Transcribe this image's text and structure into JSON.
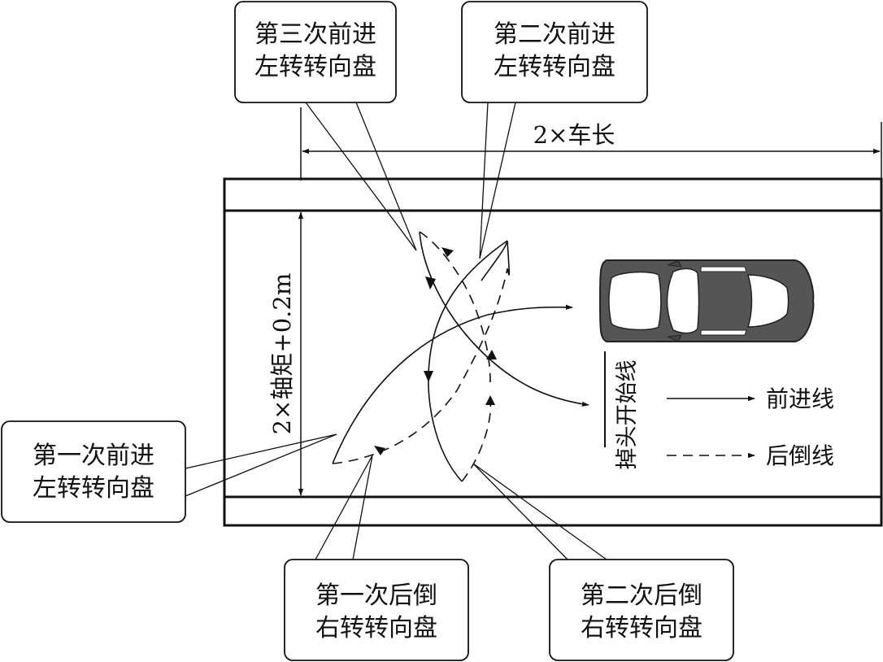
{
  "diagram": {
    "callouts": {
      "third_forward": [
        "第三次前进",
        "左转转向盘"
      ],
      "second_forward": [
        "第二次前进",
        "左转转向盘"
      ],
      "first_forward": [
        "第一次前进",
        "左转转向盘"
      ],
      "first_reverse": [
        "第一次后倒",
        "右转转向盘"
      ],
      "second_reverse": [
        "第二次后倒",
        "右转转向盘"
      ]
    },
    "dimensions": {
      "length": "2×车长",
      "width": "2×轴矩+0.2m"
    },
    "start_line_label": "掉头开始线",
    "legend": {
      "forward": "前进线",
      "reverse": "后倒线"
    },
    "colors": {
      "line": "#111111",
      "car_body": "#555555",
      "car_glass": "#ffffff"
    }
  }
}
